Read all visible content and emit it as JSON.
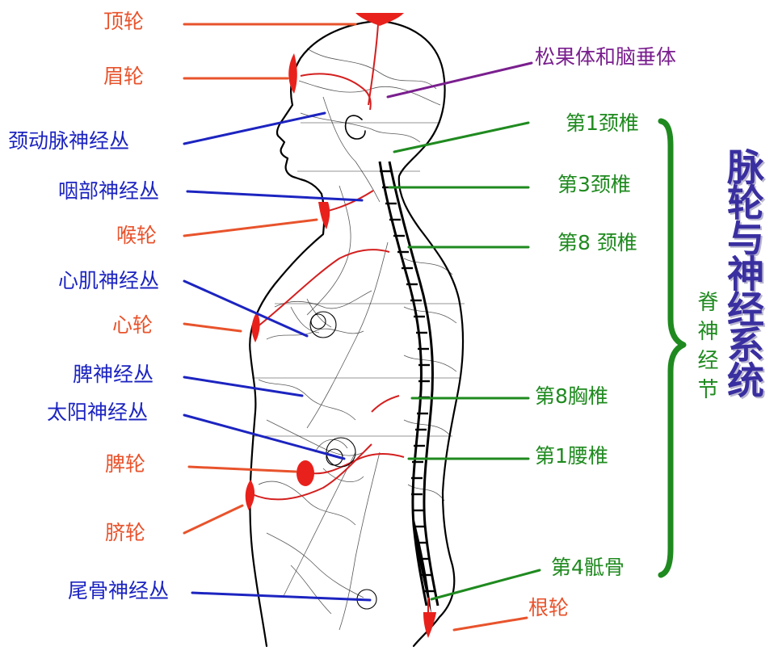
{
  "colors": {
    "chakra": "#e8532c",
    "plexus": "#1c24c0",
    "spine": "#1f8a1f",
    "gland": "#7a1f8e",
    "title": "#3a2fa0",
    "figure": "#000000",
    "nerve_red": "#d41f1f"
  },
  "title": "脉轮与神经系统",
  "vertical_label": "脊神经节",
  "chakras": [
    {
      "id": "crown",
      "text": "顶轮"
    },
    {
      "id": "brow",
      "text": "眉轮"
    },
    {
      "id": "throat",
      "text": "喉轮"
    },
    {
      "id": "heart",
      "text": "心轮"
    },
    {
      "id": "spleen",
      "text": "脾轮"
    },
    {
      "id": "navel",
      "text": "脐轮"
    },
    {
      "id": "root",
      "text": "根轮"
    }
  ],
  "plexuses": [
    {
      "id": "carotid",
      "text": "颈动脉神经丛"
    },
    {
      "id": "pharyngeal",
      "text": "咽部神经丛"
    },
    {
      "id": "cardiac",
      "text": "心肌神经丛"
    },
    {
      "id": "splenic",
      "text": "脾神经丛"
    },
    {
      "id": "solar",
      "text": "太阳神经丛"
    },
    {
      "id": "coccygeal",
      "text": "尾骨神经丛"
    }
  ],
  "glands": [
    {
      "id": "pineal",
      "text": "松果体和脑垂体"
    }
  ],
  "vertebrae": [
    {
      "id": "c1",
      "text": "第1颈椎"
    },
    {
      "id": "c3",
      "text": "第3颈椎"
    },
    {
      "id": "c8",
      "text": "第8 颈椎"
    },
    {
      "id": "t8",
      "text": "第8胸椎"
    },
    {
      "id": "l1",
      "text": "第1腰椎"
    },
    {
      "id": "s4",
      "text": "第4骶骨"
    }
  ]
}
